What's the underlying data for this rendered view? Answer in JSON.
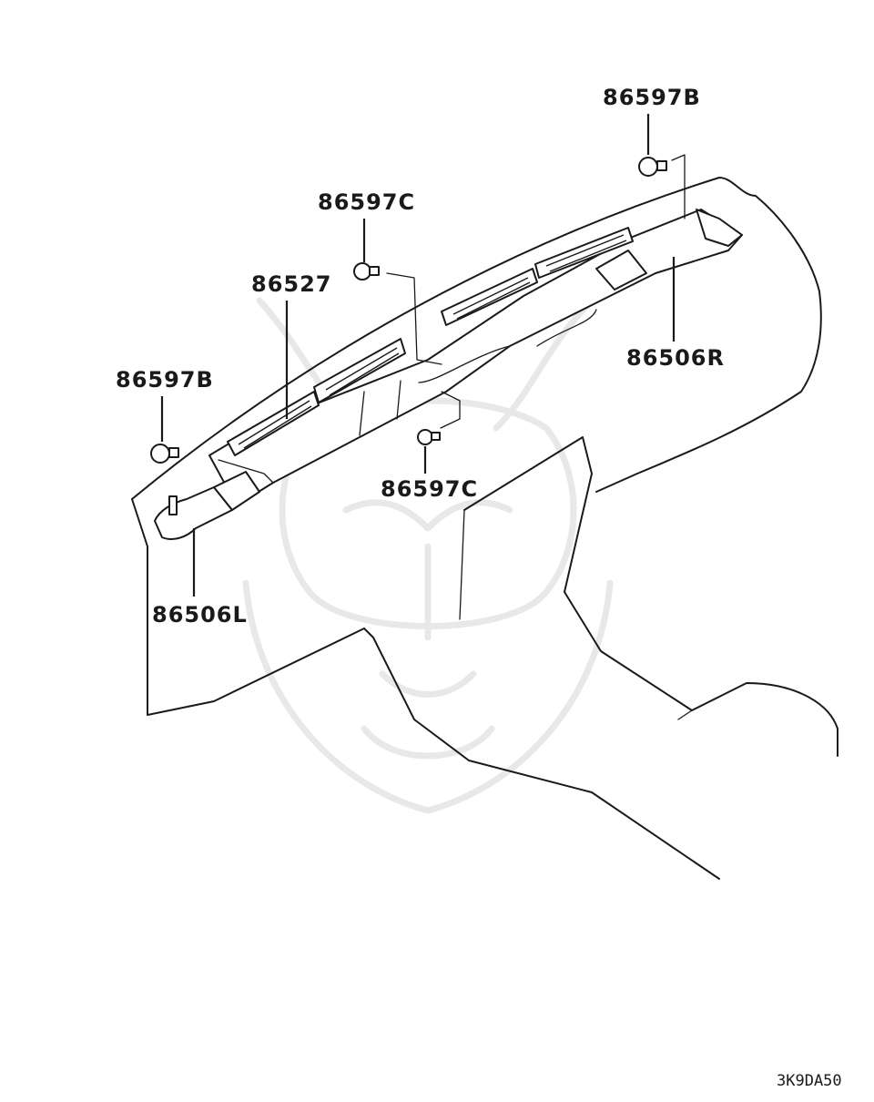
{
  "labels": {
    "clip_b_top": "86597B",
    "clip_c_top": "86597C",
    "vent_grille": "86527",
    "clip_b_left": "86597B",
    "duct_right": "86506R",
    "clip_c_bottom": "86597C",
    "duct_left": "86506L"
  },
  "reference_code": "3K9DA50",
  "watermark_icon": "samurai-helmet-logo"
}
